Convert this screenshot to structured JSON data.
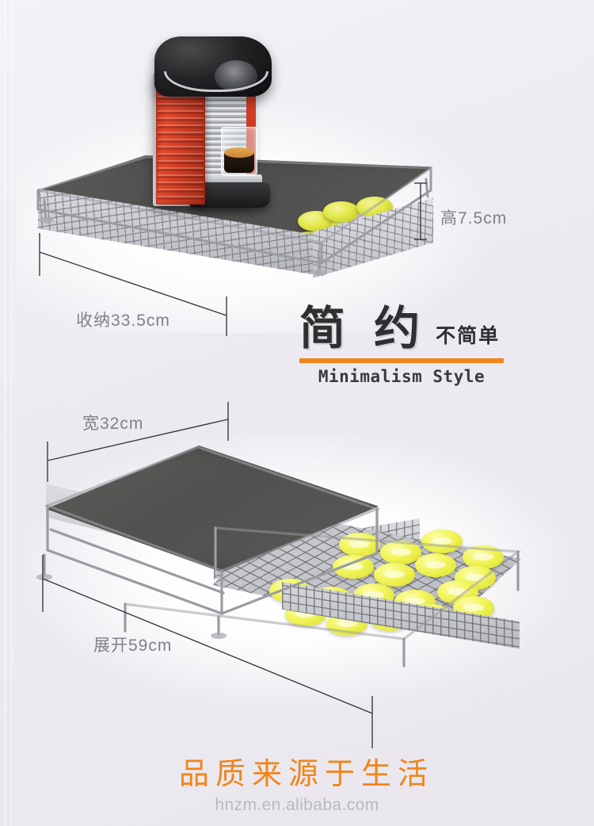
{
  "page": {
    "background_color": "#efeef2",
    "accent_color": "#f0851a",
    "text_color": "#808088"
  },
  "headline": {
    "main": "简 约",
    "sub": "不简单",
    "english": "Minimalism Style",
    "rule_color": "#f0851a"
  },
  "dimensions": {
    "height": "高7.5cm",
    "closed_depth": "收纳33.5cm",
    "width": "宽32cm",
    "open_length": "展开59cm"
  },
  "products": {
    "top": {
      "name": "closed-capsule-drawer-with-coffee-machine",
      "machine": "nespresso-pixie-red",
      "cup": "espresso-glass",
      "capsule_color": "#e3e84a",
      "board_color": "#52524f",
      "frame_color": "#b9bbc0"
    },
    "bottom": {
      "name": "open-capsule-drawer",
      "capsule_color": "#f2f55c",
      "board_color": "#52524f",
      "frame_color": "#b9bbc0",
      "capsule_count": 18
    }
  },
  "footer": {
    "tagline": "品质来源于生活",
    "watermark": "hnzm.en.alibaba.com"
  }
}
